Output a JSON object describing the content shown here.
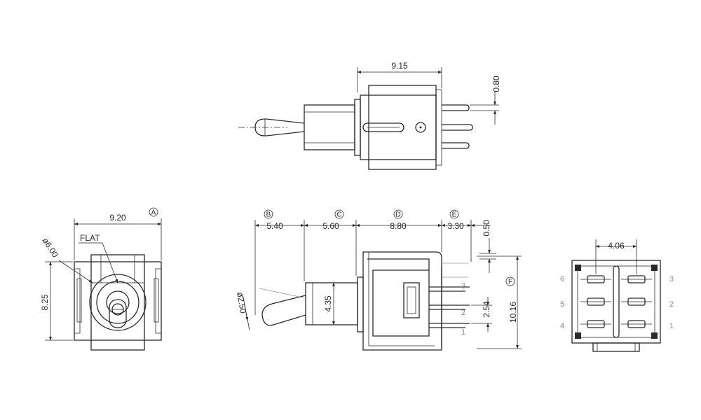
{
  "top_view": {
    "dims": {
      "length": "9.15",
      "pin_width": "0.80"
    }
  },
  "front_view": {
    "dims": {
      "width": "9.20",
      "height": "8.25",
      "bushing_dia": "ø6.00"
    },
    "flat_label": "FLAT",
    "callout": "A"
  },
  "side_view": {
    "dims": {
      "b": "5.40",
      "c": "5.60",
      "d": "8.80",
      "e": "3.30",
      "top_offset": "0.50",
      "lever_dia": "ø2.50",
      "bushing_h": "4.35",
      "pitch": "2.54",
      "height": "10.16"
    },
    "callouts": [
      "B",
      "C",
      "D",
      "E",
      "F"
    ],
    "pin_numbers": [
      "3",
      "2",
      "1"
    ]
  },
  "bottom_view": {
    "dims": {
      "pin_span": "4.06"
    },
    "left_pins": [
      "6",
      "5",
      "4"
    ],
    "right_pins": [
      "3",
      "2",
      "1"
    ]
  }
}
